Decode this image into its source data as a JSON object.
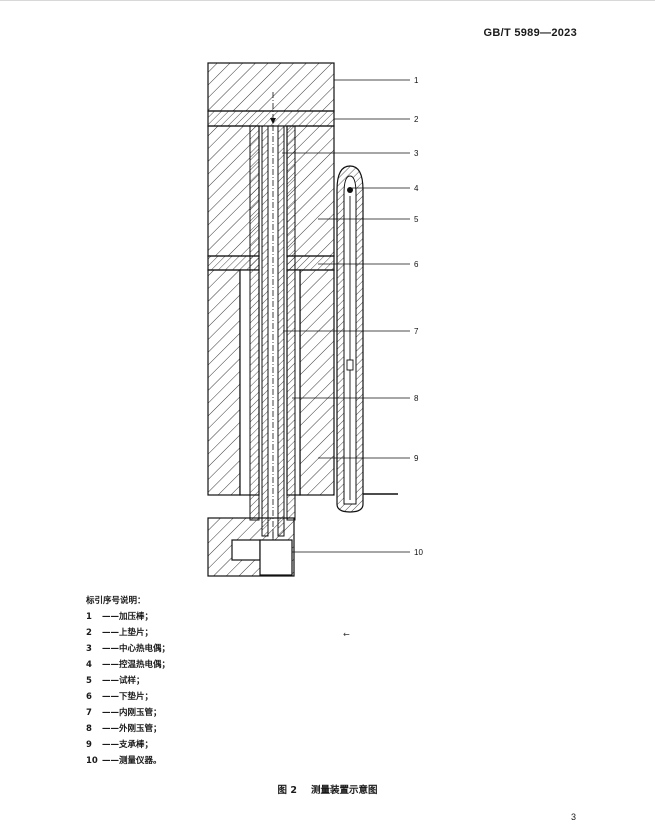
{
  "header": {
    "standard_code": "GB/T 5989—2023"
  },
  "figure": {
    "callouts": [
      "1",
      "2",
      "3",
      "4",
      "5",
      "6",
      "7",
      "8",
      "9",
      "10"
    ]
  },
  "legend": {
    "title": "标引序号说明：",
    "dash": "——",
    "items": [
      {
        "num": "1",
        "text": "加压棒；"
      },
      {
        "num": "2",
        "text": "上垫片；"
      },
      {
        "num": "3",
        "text": "中心热电偶；"
      },
      {
        "num": "4",
        "text": "控温热电偶；"
      },
      {
        "num": "5",
        "text": "试样；"
      },
      {
        "num": "6",
        "text": "下垫片；"
      },
      {
        "num": "7",
        "text": "内刚玉管；"
      },
      {
        "num": "8",
        "text": "外刚玉管；"
      },
      {
        "num": "9",
        "text": "支承棒；"
      },
      {
        "num": "10",
        "text": "测量仪器。"
      }
    ]
  },
  "stray_mark": "←",
  "caption": {
    "figure_number": "图 2",
    "title": "测量装置示意图"
  },
  "page_number": "3"
}
